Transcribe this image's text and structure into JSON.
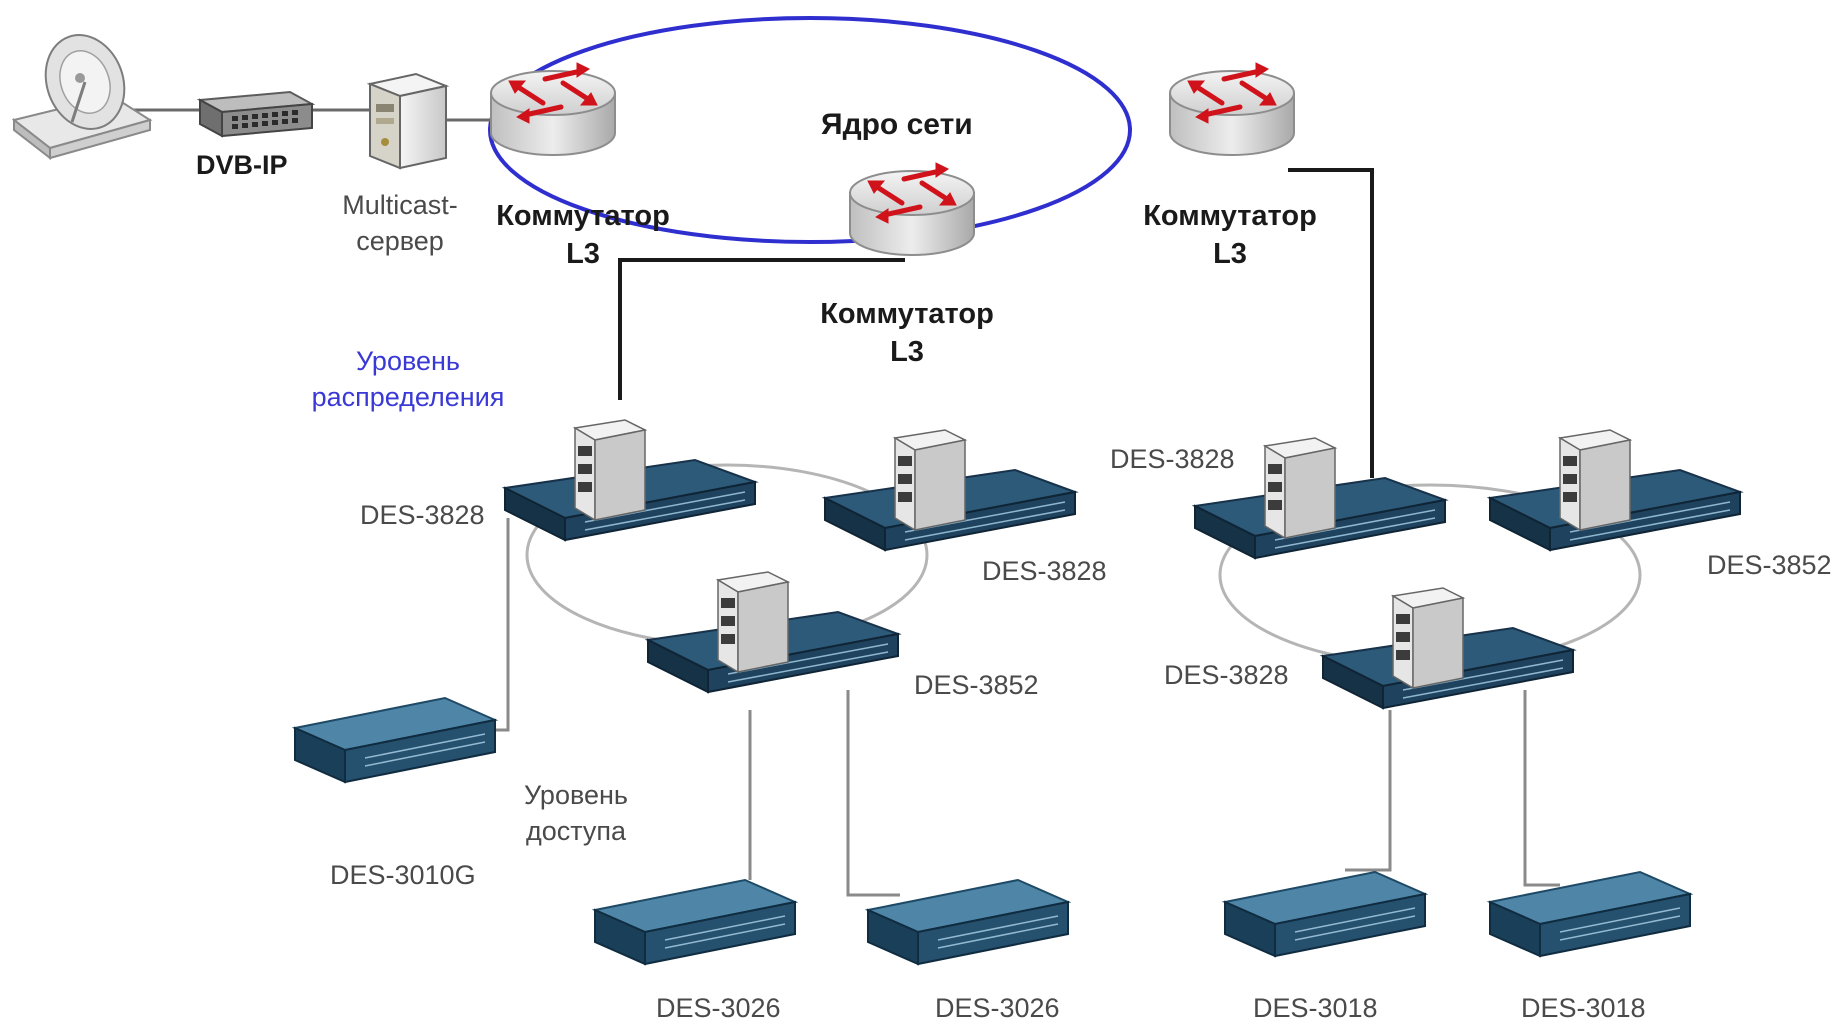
{
  "labels": {
    "dvb_ip": "DVB-IP",
    "multicast_line1": "Multicast-",
    "multicast_line2": "сервер",
    "core": "Ядро сети",
    "l3_left_line1": "Коммутатор",
    "l3_left_line2": "L3",
    "l3_center_line1": "Коммутатор",
    "l3_center_line2": "L3",
    "l3_right_line1": "Коммутатор",
    "l3_right_line2": "L3",
    "distribution_line1": "Уровень",
    "distribution_line2": "распределения",
    "access_line1": "Уровень",
    "access_line2": "доступа",
    "des3828_a": "DES-3828",
    "des3828_b": "DES-3828",
    "des3852_a": "DES-3852",
    "des3828_c": "DES-3828",
    "des3852_b": "DES-3852",
    "des3828_d": "DES-3828",
    "des3010g": "DES-3010G",
    "des3026_a": "DES-3026",
    "des3026_b": "DES-3026",
    "des3018_a": "DES-3018",
    "des3018_b": "DES-3018"
  },
  "colors": {
    "core_ring": "#2f2fd0",
    "link": "#1a1a1a",
    "ring": "#b8b8b8",
    "switch_top": "#2d5a78",
    "switch_front": "#1b3c55",
    "router_body": "#d8d8d8",
    "router_arrow": "#d0121b",
    "server_body": "#ececec",
    "access_top": "#4f86a8",
    "access_front": "#1e4a66"
  }
}
